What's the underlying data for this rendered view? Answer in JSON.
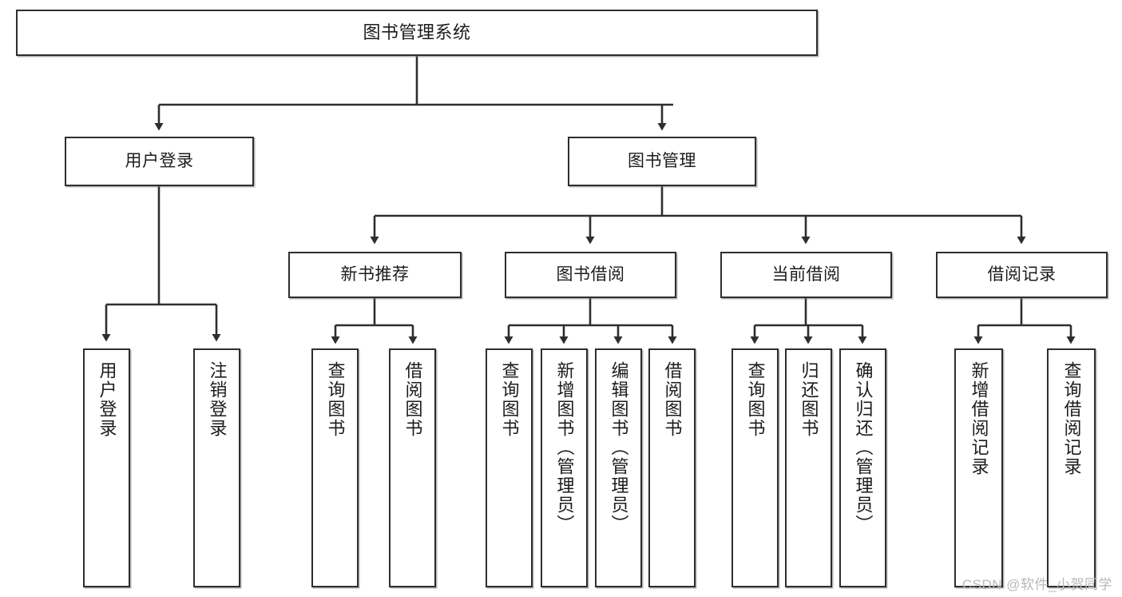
{
  "diagram": {
    "title": "图书管理系统",
    "watermark": "CSDN @软件_小贺同学",
    "line_color": "#2e2e2e",
    "box_fill": "#ffffff",
    "text_color": "#1c1c1c",
    "levels": {
      "root": "图书管理系统",
      "level2": [
        "用户登录",
        "图书管理"
      ],
      "level3": [
        "新书推荐",
        "图书借阅",
        "当前借阅",
        "借阅记录"
      ]
    },
    "nodes": {
      "root": "图书管理系统",
      "user_login": "用户登录",
      "book_manage": "图书管理",
      "new_book_rec": "新书推荐",
      "book_borrow": "图书借阅",
      "current_borrow": "当前借阅",
      "borrow_record": "借阅记录",
      "leaf_user_login": "用户登录",
      "leaf_logout": "注销登录",
      "leaf_query_book_1": "查询图书",
      "leaf_borrow_book_1": "借阅图书",
      "leaf_query_book_2": "查询图书",
      "leaf_add_book": "新增图书（管理员）",
      "leaf_edit_book": "编辑图书（管理员）",
      "leaf_borrow_book_2": "借阅图书",
      "leaf_query_book_3": "查询图书",
      "leaf_return_book": "归还图书",
      "leaf_confirm_return": "确认归还（管理员）",
      "leaf_add_record": "新增借阅记录",
      "leaf_query_record": "查询借阅记录"
    }
  }
}
